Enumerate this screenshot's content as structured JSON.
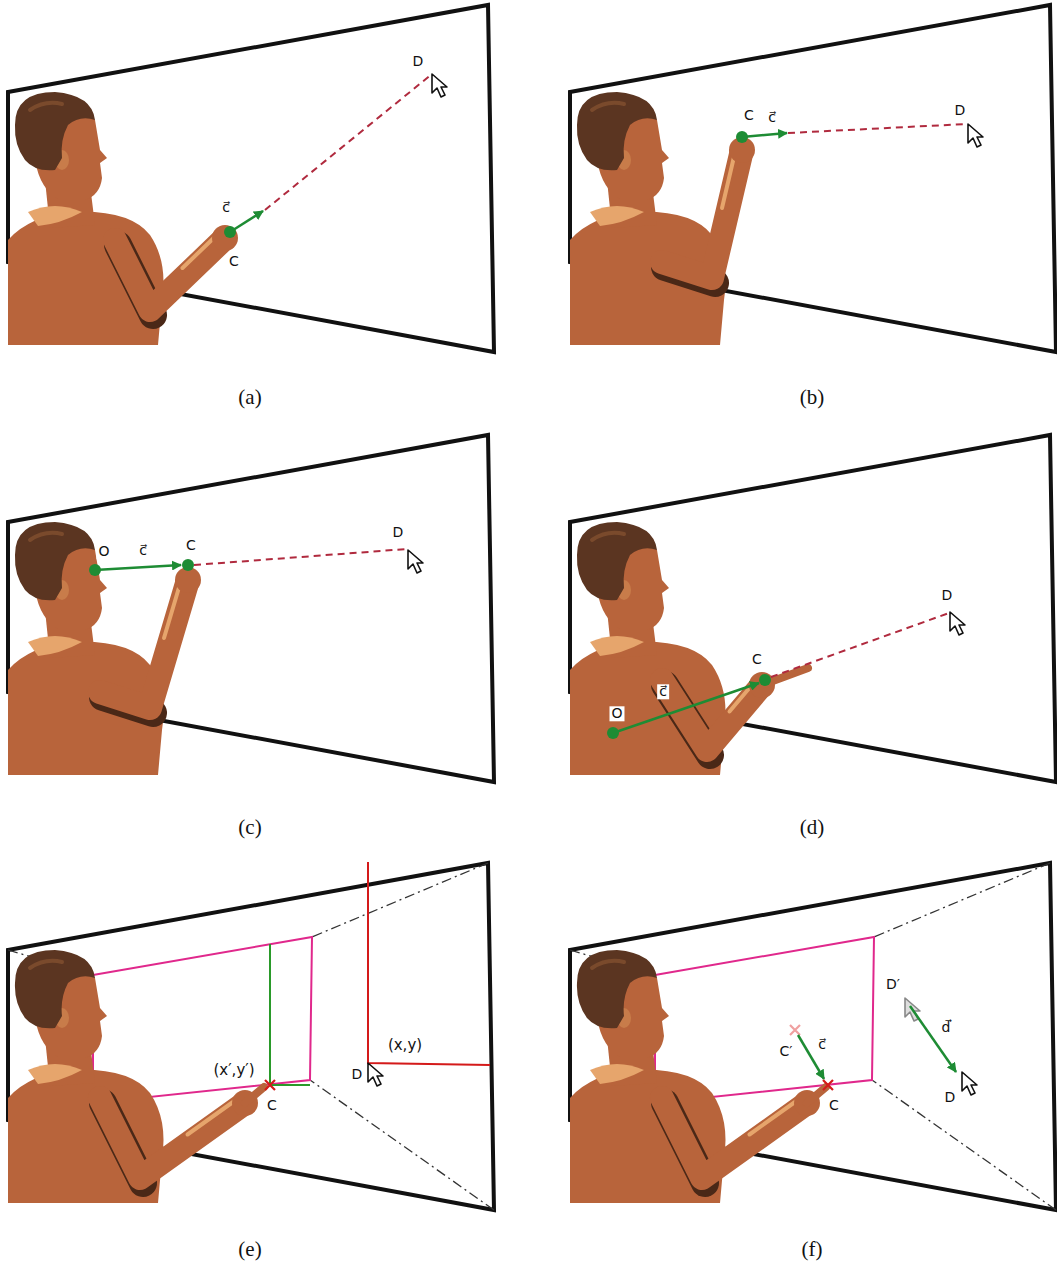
{
  "diagram": {
    "labels": [
      "D",
      "c⃗",
      "C",
      "(a)",
      "C",
      "c⃗",
      "D",
      "(b)",
      "O",
      "c⃗",
      "C",
      "D",
      "(c)",
      "D",
      "C",
      "c⃗",
      "O",
      "(d)",
      "(x′,y′)",
      "C",
      "(x,y)",
      "D",
      "(e)",
      "C′",
      "c⃗",
      "C",
      "D′",
      "d⃗",
      "D",
      "(f)"
    ]
  }
}
